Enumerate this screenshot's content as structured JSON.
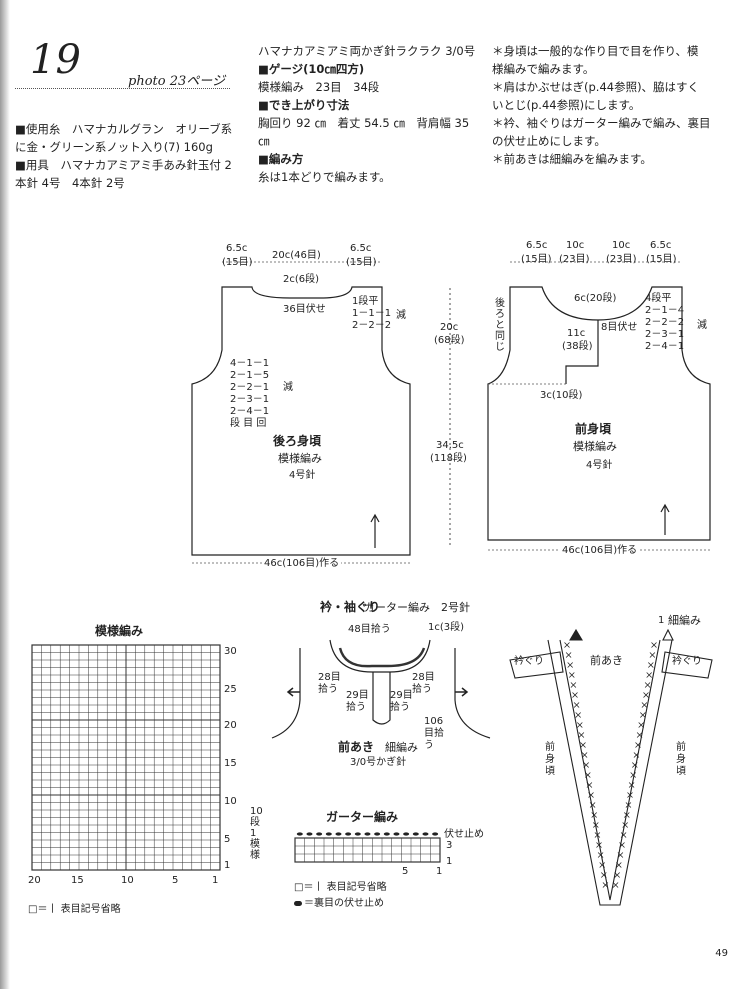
{
  "header": {
    "number": "19",
    "photo": "photo 23ページ",
    "materials": [
      "■使用糸　ハマナカルグラン　オリーブ系",
      "に金・グリーン系ノット入り(7) 160g",
      "■用具　ハマナカアミアミ手あみ針玉付 2",
      "本針 4号　4本針 2号"
    ],
    "middle": [
      "ハマナカアミアミ両かぎ針ラクラク 3/0号",
      "■ゲージ(10㎝四方)",
      "模様編み　23目　34段",
      "■でき上がり寸法",
      "胸回り 92 ㎝　着丈 54.5 ㎝　背肩幅 35",
      "㎝",
      "■編み方",
      "糸は1本どりで編みます。"
    ],
    "notes": [
      "＊身頃は一般的な作り目で目を作り、模",
      "様編みで編みます。",
      "＊肩はかぶせはぎ(p.44参照)、脇はすく",
      "いとじ(p.44参照)にします。",
      "＊衿、袖ぐりはガーター編みで編み、裏目",
      "の伏せ止めにします。",
      "＊前あきは細編みを編みます。"
    ]
  },
  "back": {
    "top_dims": [
      "6.5c",
      "(15目)",
      "20c(46目)",
      "6.5c",
      "(15目)"
    ],
    "neck": [
      "2c(6段)",
      "36目伏せ"
    ],
    "shoulder_dec": [
      "1段平",
      "1－1－1",
      "2－2－2"
    ],
    "dec_label": "減",
    "arm_dec": [
      "4－1－1",
      "2－1－5",
      "2－2－1",
      "2－3－1",
      "2－4－1",
      "段 目 回"
    ],
    "title": "後ろ身頃",
    "pattern": "模様編み",
    "needle": "4号針",
    "bottom_dim": "46c(106目)作る",
    "right_dims": [
      "20c",
      "(68段)",
      "34.5c",
      "(118段)"
    ]
  },
  "front": {
    "top_dims": [
      "6.5c",
      "(15目)",
      "10c",
      "(23目)",
      "10c",
      "(23目)",
      "6.5c",
      "(15目)"
    ],
    "back_same": "後ろと同じ",
    "neck": [
      "6c(20段)",
      "11c",
      "(38段)",
      "8目伏せ",
      "3c(10段)"
    ],
    "shoulder_dec": [
      "4段平",
      "2－1－4",
      "2－2－2",
      "2－3－1",
      "2－4－1"
    ],
    "dec_label": "減",
    "title": "前身頃",
    "pattern": "模様編み",
    "needle": "4号針",
    "bottom_dim": "46c(106目)作る"
  },
  "pattern_chart": {
    "title": "模様編み",
    "row_labels": [
      "30",
      "25",
      "20",
      "15",
      "10",
      "5",
      "1"
    ],
    "col_labels": [
      "20",
      "15",
      "10",
      "5",
      "1"
    ],
    "repeat": "10段1模様",
    "legend": "□＝丨 表目記号省略"
  },
  "collar": {
    "title": "衿・袖ぐり",
    "subtitle": "ガーター編み　2号針",
    "labels": [
      "48目拾う",
      "1c(3段)",
      "28目拾う",
      "28目拾う",
      "29目拾う",
      "29目拾う",
      "106目拾う"
    ],
    "front_title": "前あき",
    "front_sub": "細編み",
    "hook": "3/0号かぎ針"
  },
  "garter": {
    "title": "ガーター編み",
    "bind": "伏せ止め",
    "rows": [
      "3",
      "1"
    ],
    "col_labels": [
      "5",
      "1"
    ],
    "legend1": "□＝丨 表目記号省略",
    "legend2": "＝裏目の伏せ止め"
  },
  "placket": {
    "label_top": "1",
    "label_sc": "細編み",
    "neck_left": "衿ぐり",
    "center": "前あき",
    "neck_right": "衿ぐり",
    "front_left": [
      "前",
      "身",
      "頃"
    ],
    "front_right": [
      "前",
      "身",
      "頃"
    ]
  },
  "page_number": "49"
}
